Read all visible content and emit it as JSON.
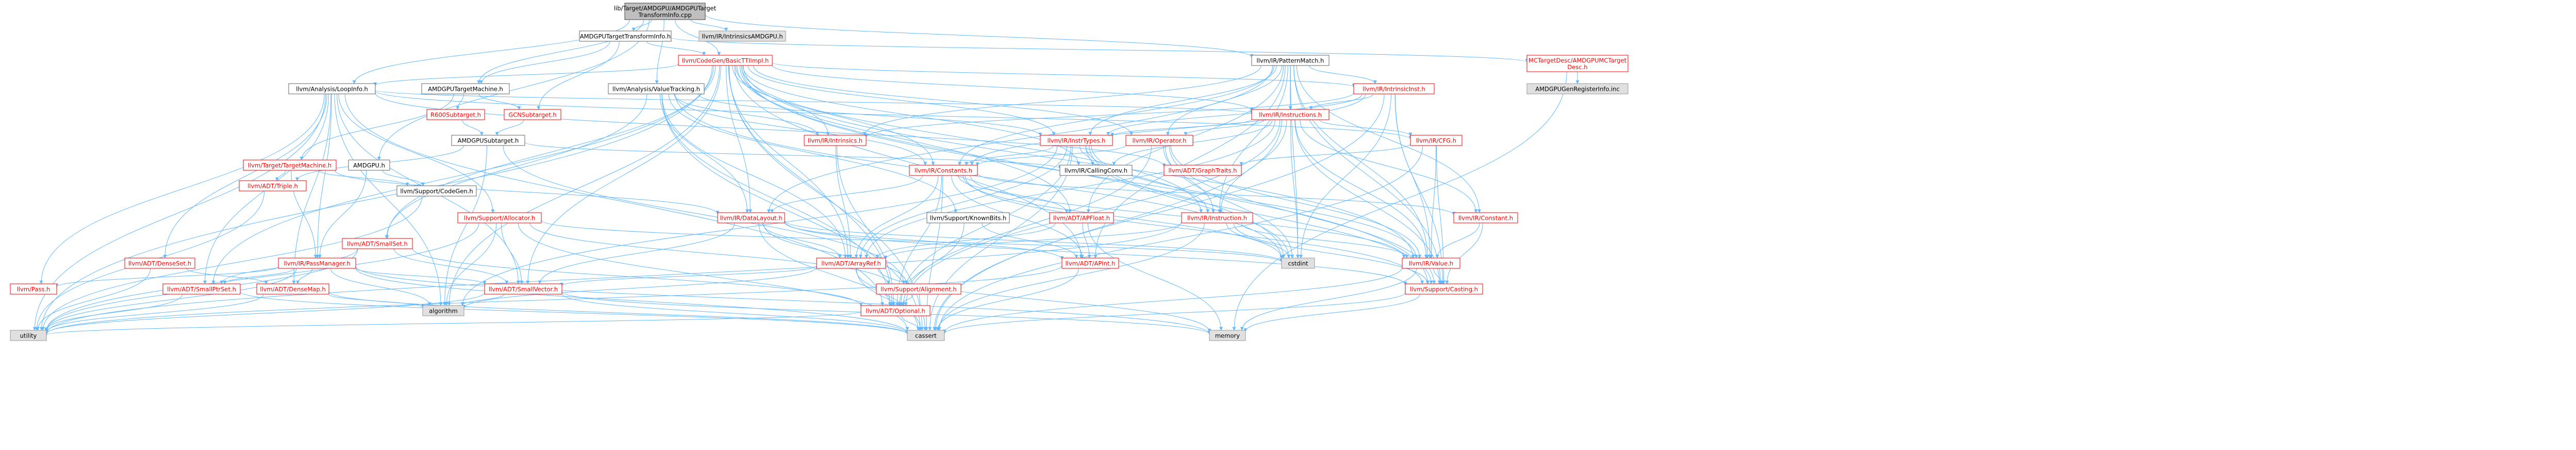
{
  "graph": {
    "kind": "include-dependency-graph",
    "root": "lib/Target/AMDGPU/AMDGPUTargetTransformInfo.cpp",
    "colors": {
      "root_fill": "#bfbfbf",
      "root_border": "#404040",
      "node_fill": "#ffffff",
      "linked_border": "#ff0000",
      "normal_border": "#666666",
      "external_fill": "#e0e0e0",
      "external_border": "#999999",
      "edge": "#63b8ff",
      "node_text": "#000000",
      "linked_text": "#ff0000"
    },
    "nodes": [
      {
        "id": "root",
        "lines": [
          "lib/Target/AMDGPU/AMDGPUTarget",
          "TransformInfo.cpp"
        ],
        "kind": "root"
      },
      {
        "id": "amdgpu_tti_h",
        "lines": [
          "AMDGPUTargetTransformInfo.h"
        ],
        "kind": "normal"
      },
      {
        "id": "ir_intrinsics_amdgpu",
        "lines": [
          "llvm/IR/IntrinsicsAMDGPU.h"
        ],
        "kind": "external"
      },
      {
        "id": "basic_tti_impl",
        "lines": [
          "llvm/CodeGen/BasicTTIImpl.h"
        ],
        "kind": "linked"
      },
      {
        "id": "pattern_match",
        "lines": [
          "llvm/IR/PatternMatch.h"
        ],
        "kind": "normal"
      },
      {
        "id": "mc_target_desc",
        "lines": [
          "MCTargetDesc/AMDGPUMCTarget",
          "Desc.h"
        ],
        "kind": "linked"
      },
      {
        "id": "loop_info",
        "lines": [
          "llvm/Analysis/LoopInfo.h"
        ],
        "kind": "normal"
      },
      {
        "id": "amdgpu_target_machine",
        "lines": [
          "AMDGPUTargetMachine.h"
        ],
        "kind": "normal"
      },
      {
        "id": "value_tracking",
        "lines": [
          "llvm/Analysis/ValueTracking.h"
        ],
        "kind": "normal"
      },
      {
        "id": "intrinsic_inst",
        "lines": [
          "llvm/IR/IntrinsicInst.h"
        ],
        "kind": "linked"
      },
      {
        "id": "gen_register_info",
        "lines": [
          "AMDGPUGenRegisterInfo.inc"
        ],
        "kind": "external"
      },
      {
        "id": "r600_subtarget",
        "lines": [
          "R600Subtarget.h"
        ],
        "kind": "linked"
      },
      {
        "id": "gcn_subtarget",
        "lines": [
          "GCNSubtarget.h"
        ],
        "kind": "linked"
      },
      {
        "id": "ir_instructions",
        "lines": [
          "llvm/IR/Instructions.h"
        ],
        "kind": "linked"
      },
      {
        "id": "amdgpu_subtarget",
        "lines": [
          "AMDGPUSubtarget.h"
        ],
        "kind": "normal"
      },
      {
        "id": "ir_intrinsics",
        "lines": [
          "llvm/IR/Intrinsics.h"
        ],
        "kind": "linked"
      },
      {
        "id": "ir_instr_types",
        "lines": [
          "llvm/IR/InstrTypes.h"
        ],
        "kind": "linked"
      },
      {
        "id": "ir_operator",
        "lines": [
          "llvm/IR/Operator.h"
        ],
        "kind": "linked"
      },
      {
        "id": "ir_cfg",
        "lines": [
          "llvm/IR/CFG.h"
        ],
        "kind": "linked"
      },
      {
        "id": "target_machine",
        "lines": [
          "llvm/Target/TargetMachine.h"
        ],
        "kind": "linked"
      },
      {
        "id": "amdgpu_h",
        "lines": [
          "AMDGPU.h"
        ],
        "kind": "normal"
      },
      {
        "id": "ir_constants",
        "lines": [
          "llvm/IR/Constants.h"
        ],
        "kind": "linked"
      },
      {
        "id": "ir_calling_conv",
        "lines": [
          "llvm/IR/CallingConv.h"
        ],
        "kind": "normal"
      },
      {
        "id": "adt_graph_traits",
        "lines": [
          "llvm/ADT/GraphTraits.h"
        ],
        "kind": "linked"
      },
      {
        "id": "adt_triple",
        "lines": [
          "llvm/ADT/Triple.h"
        ],
        "kind": "linked"
      },
      {
        "id": "support_codegen",
        "lines": [
          "llvm/Support/CodeGen.h"
        ],
        "kind": "normal"
      },
      {
        "id": "support_allocator",
        "lines": [
          "llvm/Support/Allocator.h"
        ],
        "kind": "linked"
      },
      {
        "id": "ir_data_layout",
        "lines": [
          "llvm/IR/DataLayout.h"
        ],
        "kind": "linked"
      },
      {
        "id": "support_known_bits",
        "lines": [
          "llvm/Support/KnownBits.h"
        ],
        "kind": "normal"
      },
      {
        "id": "adt_apfloat",
        "lines": [
          "llvm/ADT/APFloat.h"
        ],
        "kind": "linked"
      },
      {
        "id": "ir_instruction",
        "lines": [
          "llvm/IR/Instruction.h"
        ],
        "kind": "linked"
      },
      {
        "id": "ir_constant",
        "lines": [
          "llvm/IR/Constant.h"
        ],
        "kind": "linked"
      },
      {
        "id": "adt_small_set",
        "lines": [
          "llvm/ADT/SmallSet.h"
        ],
        "kind": "linked"
      },
      {
        "id": "adt_dense_set",
        "lines": [
          "llvm/ADT/DenseSet.h"
        ],
        "kind": "linked"
      },
      {
        "id": "ir_pass_manager",
        "lines": [
          "llvm/IR/PassManager.h"
        ],
        "kind": "linked"
      },
      {
        "id": "adt_array_ref",
        "lines": [
          "llvm/ADT/ArrayRef.h"
        ],
        "kind": "linked"
      },
      {
        "id": "adt_apint",
        "lines": [
          "llvm/ADT/APInt.h"
        ],
        "kind": "linked"
      },
      {
        "id": "cstdint",
        "lines": [
          "cstdint"
        ],
        "kind": "external"
      },
      {
        "id": "ir_value",
        "lines": [
          "llvm/IR/Value.h"
        ],
        "kind": "linked"
      },
      {
        "id": "pass_h",
        "lines": [
          "llvm/Pass.h"
        ],
        "kind": "linked"
      },
      {
        "id": "adt_small_ptr_set",
        "lines": [
          "llvm/ADT/SmallPtrSet.h"
        ],
        "kind": "linked"
      },
      {
        "id": "adt_dense_map",
        "lines": [
          "llvm/ADT/DenseMap.h"
        ],
        "kind": "linked"
      },
      {
        "id": "adt_small_vector",
        "lines": [
          "llvm/ADT/SmallVector.h"
        ],
        "kind": "linked"
      },
      {
        "id": "support_alignment",
        "lines": [
          "llvm/Support/Alignment.h"
        ],
        "kind": "linked"
      },
      {
        "id": "support_casting",
        "lines": [
          "llvm/Support/Casting.h"
        ],
        "kind": "linked"
      },
      {
        "id": "algorithm",
        "lines": [
          "algorithm"
        ],
        "kind": "external"
      },
      {
        "id": "adt_optional",
        "lines": [
          "llvm/ADT/Optional.h"
        ],
        "kind": "linked"
      },
      {
        "id": "utility",
        "lines": [
          "utility"
        ],
        "kind": "external"
      },
      {
        "id": "cassert",
        "lines": [
          "cassert"
        ],
        "kind": "external"
      },
      {
        "id": "memory",
        "lines": [
          "memory"
        ],
        "kind": "external"
      }
    ]
  }
}
